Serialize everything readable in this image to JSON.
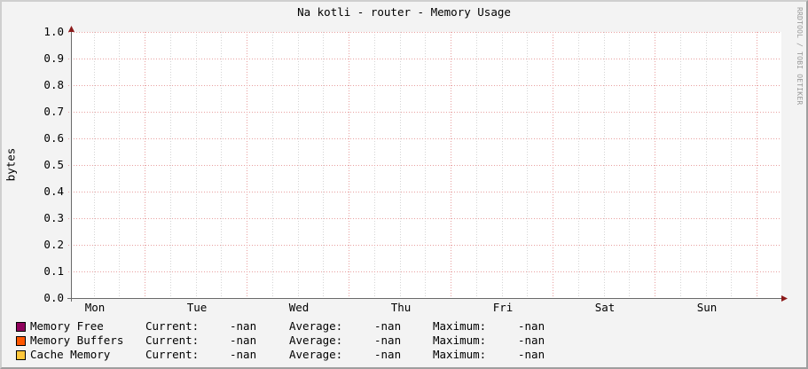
{
  "title": "Na kotli - router - Memory Usage",
  "watermark": "RRDTOOL / TOBI OETIKER",
  "colors": {
    "background": "#F3F3F3",
    "plot_background": "#FFFFFF",
    "major_grid": "#E8A0A0",
    "minor_grid": "#D0D0D0",
    "axis": "#6A6A6A",
    "arrow": "#8B1A1A"
  },
  "chart_data": {
    "type": "area",
    "title": "Na kotli - router - Memory Usage",
    "xlabel": "",
    "ylabel": "bytes",
    "ylim": [
      0.0,
      1.0
    ],
    "yticks": [
      "0.0",
      "0.1",
      "0.2",
      "0.3",
      "0.4",
      "0.5",
      "0.6",
      "0.7",
      "0.8",
      "0.9",
      "1.0"
    ],
    "categories": [
      "Mon",
      "Tue",
      "Wed",
      "Thu",
      "Fri",
      "Sat",
      "Sun"
    ],
    "grid": true,
    "legend_position": "bottom",
    "series": [
      {
        "name": "Memory Free",
        "color": "#8F005C",
        "values": [],
        "current": "-nan",
        "average": "-nan",
        "maximum": "-nan"
      },
      {
        "name": "Memory Buffers",
        "color": "#FF5700",
        "values": [],
        "current": "-nan",
        "average": "-nan",
        "maximum": "-nan"
      },
      {
        "name": "Cache Memory",
        "color": "#FFC73B",
        "values": [],
        "current": "-nan",
        "average": "-nan",
        "maximum": "-nan"
      }
    ]
  },
  "legend": {
    "current_label": "Current:",
    "average_label": "Average:",
    "maximum_label": "Maximum:",
    "rows": [
      {
        "name": "Memory Free",
        "color": "#8F005C",
        "current": "-nan",
        "average": "-nan",
        "maximum": "-nan"
      },
      {
        "name": "Memory Buffers",
        "color": "#FF5700",
        "current": "-nan",
        "average": "-nan",
        "maximum": "-nan"
      },
      {
        "name": "Cache Memory",
        "color": "#FFC73B",
        "current": "-nan",
        "average": "-nan",
        "maximum": "-nan"
      }
    ]
  }
}
